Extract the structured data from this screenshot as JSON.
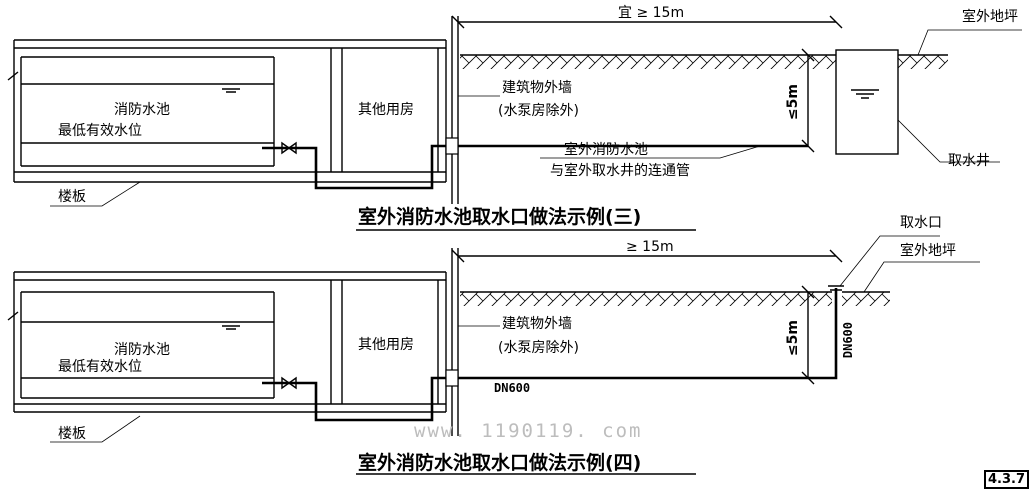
{
  "diagram3": {
    "title": "室外消防水池取水口做法示例(三)",
    "pool_label": "消防水池",
    "min_level_label": "最低有效水位",
    "other_room_label": "其他用房",
    "wall_label_1": "建筑物外墙",
    "wall_label_2": "(水泵房除外)",
    "distance_label": "宜 ≥ 15m",
    "depth_label": "≤5m",
    "pipe_label_1": "室外消防水池",
    "pipe_label_2": "与室外取水井的连通管",
    "ground_label": "室外地坪",
    "well_label": "取水井",
    "floor_label": "楼板"
  },
  "diagram4": {
    "title": "室外消防水池取水口做法示例(四)",
    "pool_label": "消防水池",
    "min_level_label": "最低有效水位",
    "other_room_label": "其他用房",
    "wall_label_1": "建筑物外墙",
    "wall_label_2": "(水泵房除外)",
    "distance_label": "≥ 15m",
    "depth_label": "≤5m",
    "pipe_size_label": "DN600",
    "riser_size_label": "DN600",
    "intake_label": "取水口",
    "ground_label": "室外地坪",
    "floor_label": "楼板"
  },
  "watermark": "www. 1190119. com",
  "page_code": "4.3.7"
}
